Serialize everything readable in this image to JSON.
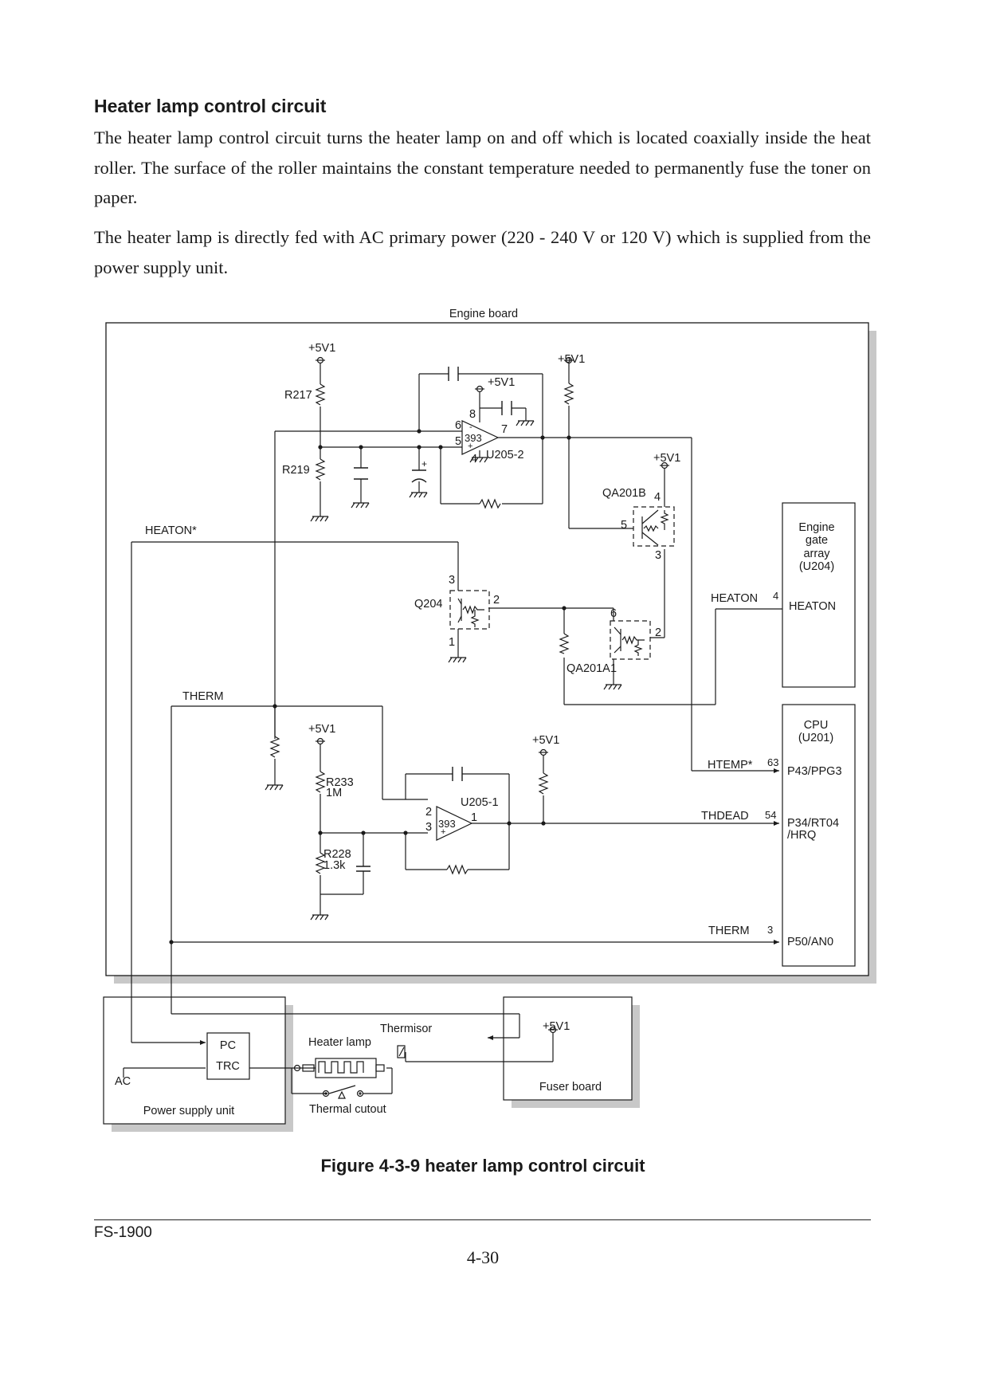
{
  "section": {
    "heading": "Heater lamp control circuit",
    "paragraph1": "The heater lamp control circuit turns the heater lamp on and off which is located coaxially inside the heat roller. The surface of the roller maintains the constant temperature needed to permanently fuse the toner on paper.",
    "paragraph2": "The heater lamp is directly fed with AC primary power (220 - 240 V or 120 V) which is supplied from the power supply unit."
  },
  "figure": {
    "caption": "Figure 4-3-9 heater lamp control circuit",
    "engine_board_label": "Engine board",
    "supply_label": "+5V1",
    "components": {
      "r217": "R217",
      "r219": "R219",
      "r233": "R233",
      "r233_value": "1M",
      "r228": "R228",
      "r228_value": "1.3k",
      "u205_2": "U205-2",
      "u205_1": "U205-1",
      "comparator_type": "393",
      "qa201b": "QA201B",
      "qa201a": "QA201A",
      "q204": "Q204"
    },
    "pins": {
      "u205_2_inv": "6",
      "u205_2_noninv": "5",
      "u205_2_vcc": "8",
      "u205_2_out": "7",
      "u205_2_gnd": "4",
      "u205_1_inv": "2",
      "u205_1_noninv": "3",
      "u205_1_out": "1",
      "qa201b_base": "5",
      "qa201b_emitter": "4",
      "qa201b_collector": "3",
      "q204_collector": "3",
      "q204_base": "2",
      "q204_emitter": "1",
      "qa201a_collector": "6",
      "qa201a_base": "2",
      "qa201a_emitter": "1"
    },
    "signals": {
      "heaton_n": "HEATON*",
      "therm_left": "THERM",
      "heaton": "HEATON",
      "heaton_pin": "4",
      "htemp_n": "HTEMP*",
      "htemp_pin": "63",
      "thdead": "THDEAD",
      "thdead_pin": "54",
      "therm": "THERM",
      "therm_pin": "3"
    },
    "blocks": {
      "gate_array": {
        "line1": "Engine",
        "line2": "gate",
        "line3": "array",
        "line4": "(U204)",
        "port": "HEATON"
      },
      "cpu": {
        "line1": "CPU",
        "line2": "(U201)",
        "port_htemp": "P43/PPG3",
        "port_thdead_1": "P34/RT04",
        "port_thdead_2": "/HRQ",
        "port_therm": "P50/AN0"
      },
      "power_supply": {
        "label": "Power supply unit",
        "pc": "PC",
        "trc": "TRC",
        "ac": "AC"
      },
      "fuser": {
        "label": "Fuser board"
      }
    },
    "parts": {
      "heater_lamp": "Heater lamp",
      "thermal_cutout": "Thermal cutout",
      "thermistor": "Thermisor"
    }
  },
  "footer": {
    "model": "FS-1900",
    "page": "4-30"
  }
}
